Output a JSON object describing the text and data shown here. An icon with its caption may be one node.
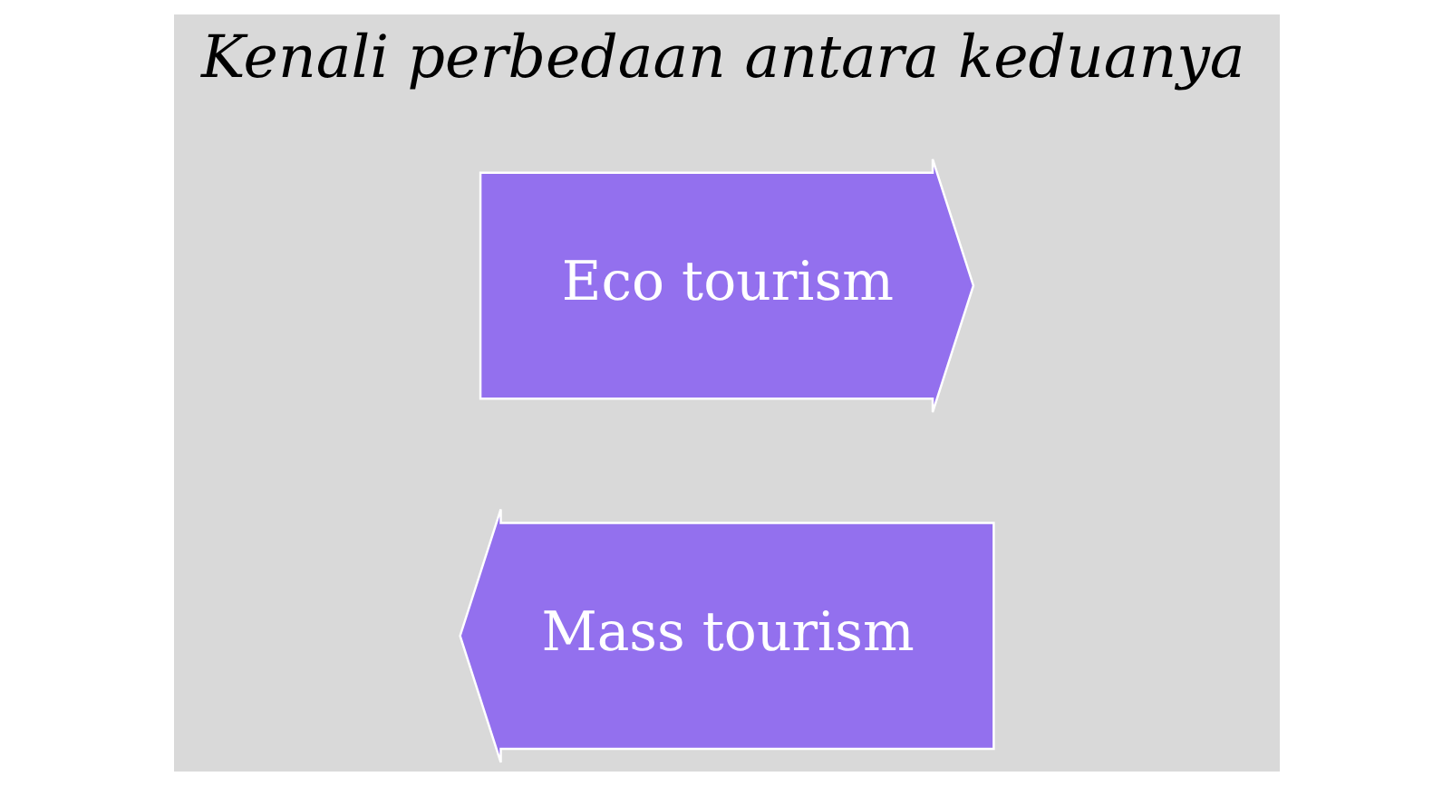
{
  "diagram": {
    "title": "Kenali perbedaan antara keduanya",
    "nodes": [
      {
        "text": [
          "Eco tourism"
        ]
      },
      {
        "text": [
          "Mass tourism"
        ]
      }
    ]
  }
}
